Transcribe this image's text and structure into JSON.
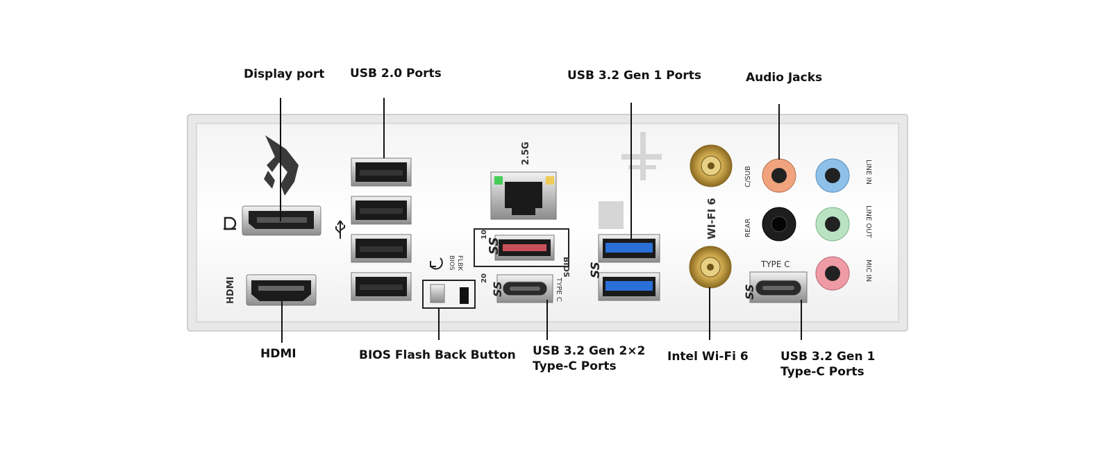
{
  "callouts": {
    "display_port": "Display port",
    "usb20": "USB 2.0 Ports",
    "usb32_gen1": "USB 3.2 Gen 1 Ports",
    "audio": "Audio Jacks",
    "hdmi": "HDMI",
    "bios_flashback": "BIOS Flash Back Button",
    "usb32_gen2x2_line1": "USB 3.2 Gen 2×2",
    "usb32_gen2x2_line2": "Type-C Ports",
    "wifi": "Intel Wi-Fi 6",
    "usb32_gen1c_line1": "USB 3.2 Gen 1",
    "usb32_gen1c_line2": "Type-C Ports"
  },
  "panel_silkscreen": {
    "lan": "2.5G",
    "hdmi": "HDMI",
    "bios_flbk_line1": "BIOS",
    "bios_flbk_line2": "FLBK",
    "bios": "BIOS",
    "ss10": "10",
    "ss20": "20",
    "type_c_a": "TYPE C",
    "type_c_b": "TYPE C",
    "wifi": "WI-FI 6",
    "csub": "C/SUB",
    "rear": "REAR",
    "line_in": "LINE IN",
    "line_out": "LINE OUT",
    "mic_in": "MIC IN"
  },
  "colors": {
    "audio_csub": "#f0a37c",
    "audio_line_in": "#8ec1ea",
    "audio_rear": "#1e1e1e",
    "audio_line_out": "#b9e3c3",
    "audio_mic_in": "#ef9ba5",
    "usb3_blue": "#2a6fd8",
    "usb_bios_red": "#c8505a",
    "antenna_gold": "#c9a44a"
  },
  "icons": [
    "rog-logo-icon",
    "displayport-icon",
    "usb-icon",
    "superspeed-usb-icon",
    "refresh-icon"
  ]
}
